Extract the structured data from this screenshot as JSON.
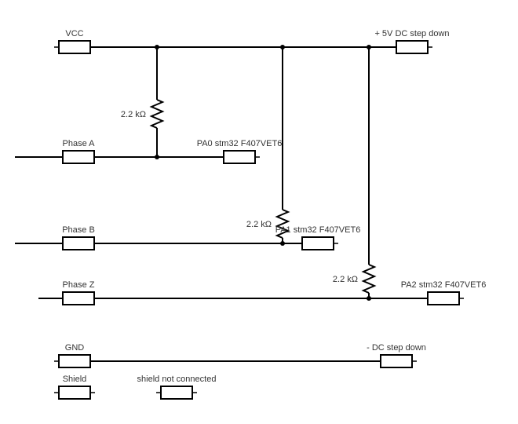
{
  "labels": {
    "vcc": "VCC",
    "dc_up": "+ 5V DC step down",
    "r1": "2.2 kΩ",
    "phase_a": "Phase A",
    "pa0": "PA0 stm32 F407VET6",
    "r2": "2.2 kΩ",
    "phase_b": "Phase B",
    "pa1": "PA1 stm32 F407VET6",
    "r3": "2.2 kΩ",
    "phase_z": "Phase Z",
    "pa2": "PA2 stm32 F407VET6",
    "gnd": "GND",
    "dc_down": "- DC step down",
    "shield": "Shield",
    "shield_nc": "shield not connected"
  }
}
